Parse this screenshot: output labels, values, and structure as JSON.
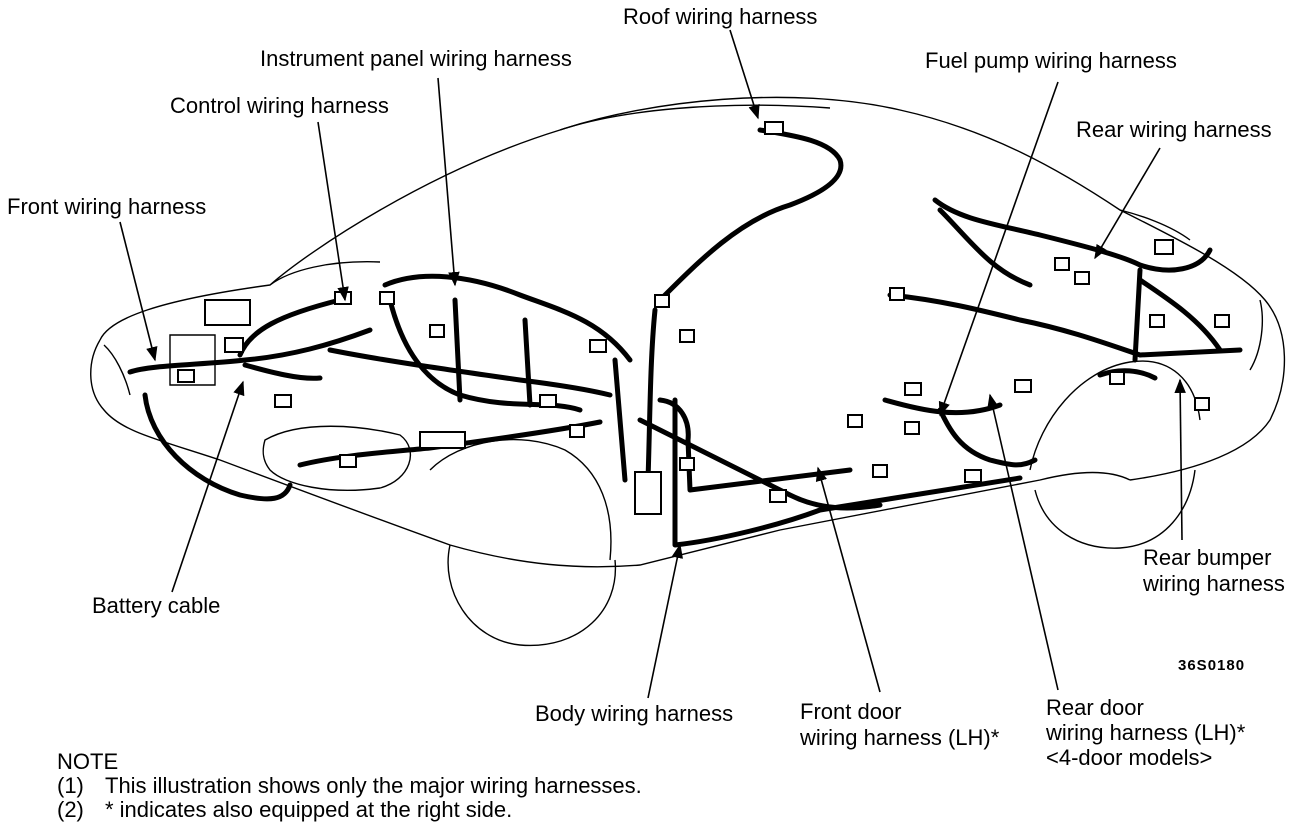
{
  "labels": {
    "roof": "Roof wiring harness",
    "instrument_panel": "Instrument panel wiring harness",
    "fuel_pump": "Fuel pump wiring harness",
    "control": "Control wiring harness",
    "rear": "Rear wiring harness",
    "front": "Front wiring harness",
    "battery_cable": "Battery cable",
    "rear_bumper_line1": "Rear bumper",
    "rear_bumper_line2": "wiring harness",
    "body": "Body wiring harness",
    "front_door_line1": "Front door",
    "front_door_line2": "wiring harness (LH)*",
    "rear_door_line1": "Rear door",
    "rear_door_line2": "wiring harness (LH)*",
    "rear_door_line3": "<4-door models>"
  },
  "figure_code": "36S0180",
  "note": {
    "title": "NOTE",
    "items": [
      {
        "num": "(1)",
        "text": "This illustration shows only the major wiring harnesses."
      },
      {
        "num": "(2)",
        "text": "* indicates also equipped at the right side."
      }
    ]
  },
  "colors": {
    "line": "#000000",
    "background": "#ffffff"
  }
}
